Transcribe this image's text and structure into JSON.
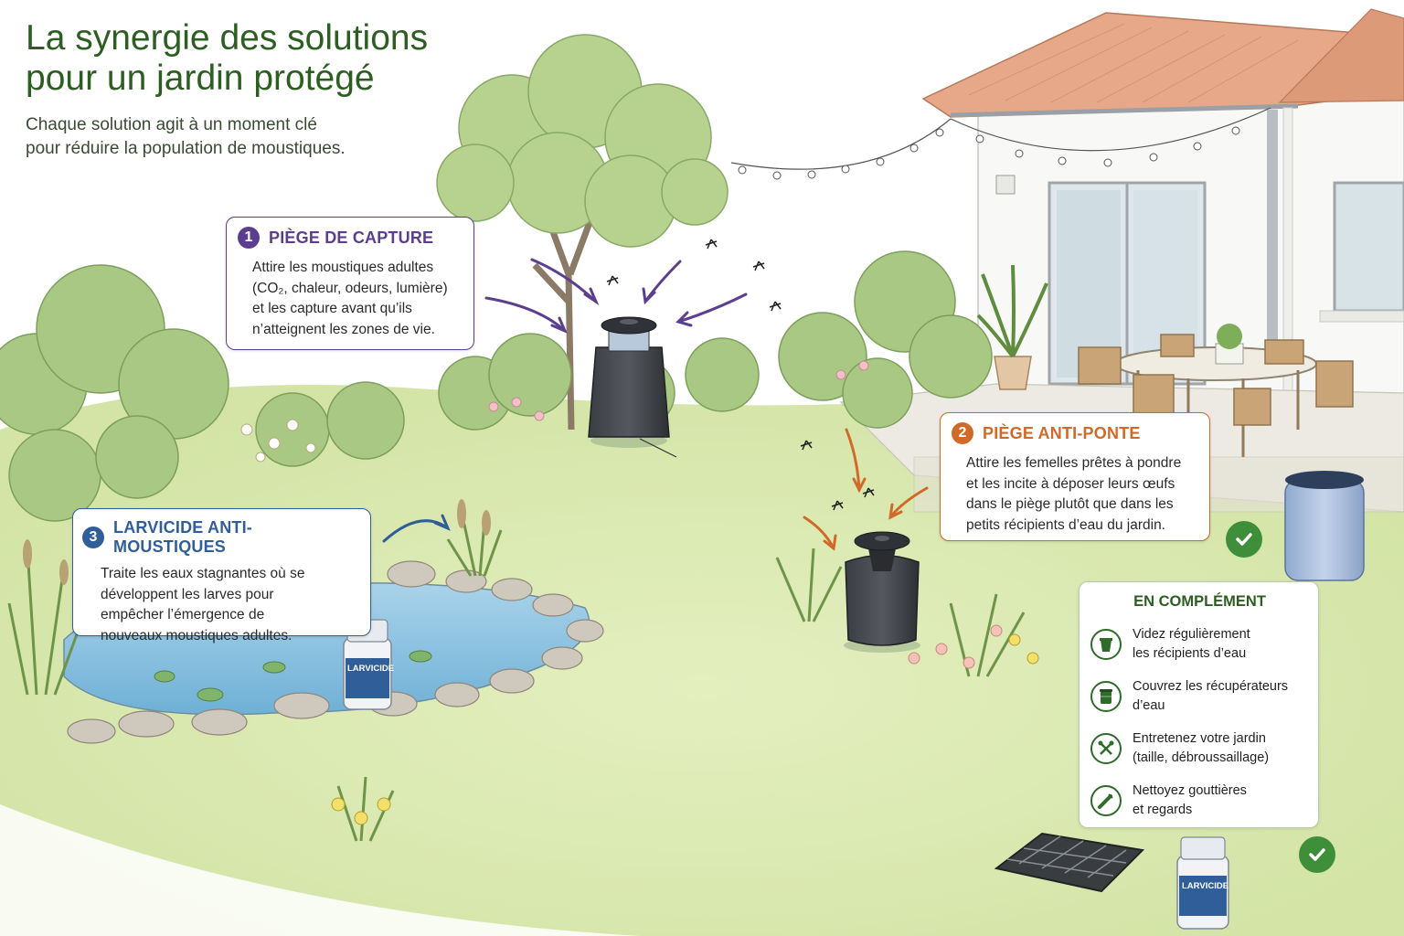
{
  "header": {
    "title_line1": "La synergie des solutions",
    "title_line2": "pour un jardin protégé",
    "subtitle_line1": "Chaque solution agit à un moment clé",
    "subtitle_line2": "pour réduire la population de moustiques."
  },
  "cards": [
    {
      "number": "1",
      "title": "PIÈGE DE CAPTURE",
      "lines": [
        "Attire les moustiques adultes",
        "(CO₂, chaleur, odeurs, lumière)",
        "et les capture avant qu’ils",
        "n’atteignent les zones de vie."
      ],
      "color": "#5b3e8e"
    },
    {
      "number": "2",
      "title": "PIÈGE ANTI-PONTE",
      "lines": [
        "Attire les femelles prêtes à pondre",
        "et les incite à déposer leurs œufs",
        "dans le piège plutôt que dans les",
        "petits récipients d’eau du jardin."
      ],
      "color": "#d06a28"
    },
    {
      "number": "3",
      "title": "LARVICIDE ANTI-MOUSTIQUES",
      "lines": [
        "Traite les eaux stagnantes où se",
        "développent les larves pour",
        "empêcher l’émergence de",
        "nouveaux moustiques adultes."
      ],
      "color": "#2f5e99"
    }
  ],
  "complement": {
    "title": "EN COMPLÉMENT",
    "items": [
      {
        "icon": "bucket-icon",
        "lines": [
          "Videz régulièrement",
          "les récipients d’eau"
        ]
      },
      {
        "icon": "water-barrel-icon",
        "lines": [
          "Couvrez les récupérateurs",
          "d’eau"
        ]
      },
      {
        "icon": "garden-tools-icon",
        "lines": [
          "Entretenez votre jardin",
          "(taille, débroussaillage)"
        ]
      },
      {
        "icon": "gutter-cleaning-icon",
        "lines": [
          "Nettoyez gouttières",
          "et regards"
        ]
      }
    ]
  },
  "bottles": {
    "label": "LARVICIDE"
  },
  "colors": {
    "title_green": "#2c5e22",
    "capture_purple": "#5b3e8e",
    "antiponte_orange": "#d06a28",
    "larvicide_blue": "#2f5e99",
    "check_green": "#3f8f3a",
    "lawn": "#d9e8b2"
  }
}
